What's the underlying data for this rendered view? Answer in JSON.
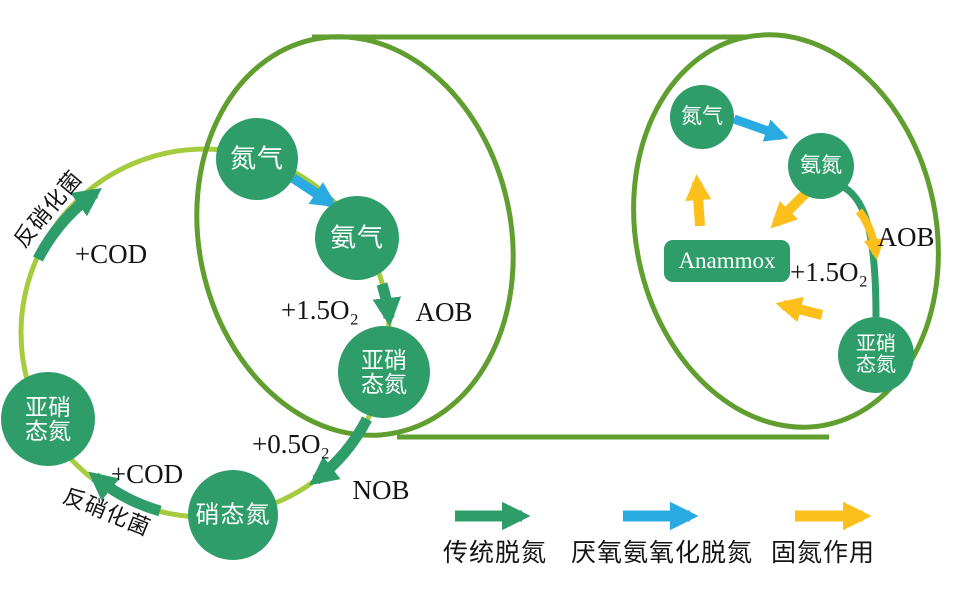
{
  "colors": {
    "node_green": "#2f9d6a",
    "light_ring_green": "#a6cb3f",
    "cylinder_green": "#5f9e2f",
    "arrow_blue": "#29abe2",
    "arrow_yellow": "#fcbf1b",
    "text_black": "#141414",
    "node_text": "#ffffff"
  },
  "diagram": {
    "left_cycle": {
      "node_n2": "氮气",
      "node_nh3": "氨气",
      "node_nitrite_mid_l1": "亚硝",
      "node_nitrite_mid_l2": "态氮",
      "node_nitrate": "硝态氮",
      "node_nitrite_left_l1": "亚硝",
      "node_nitrite_left_l2": "态氮",
      "label_denitrifier_top": "反硝化菌",
      "label_cod_top": "+COD",
      "label_o2_top": "+1.5O₂",
      "label_aob": "AOB",
      "label_o2_bottom": "+0.5O₂",
      "label_nob": "NOB",
      "label_cod_bottom": "+COD",
      "label_denitrifier_bottom": "反硝化菌"
    },
    "right_cycle": {
      "node_n2": "氮气",
      "node_nh4": "氨氮",
      "node_anammox": "Anammox",
      "node_nitrite_l1": "亚硝",
      "node_nitrite_l2": "态氮",
      "label_aob": "AOB",
      "label_o2": "+1.5O₂"
    },
    "legend": {
      "items": [
        {
          "label": "传统脱氮",
          "color": "green"
        },
        {
          "label": "厌氧氨氧化脱氮",
          "color": "blue"
        },
        {
          "label": "固氮作用",
          "color": "yellow"
        }
      ]
    }
  }
}
